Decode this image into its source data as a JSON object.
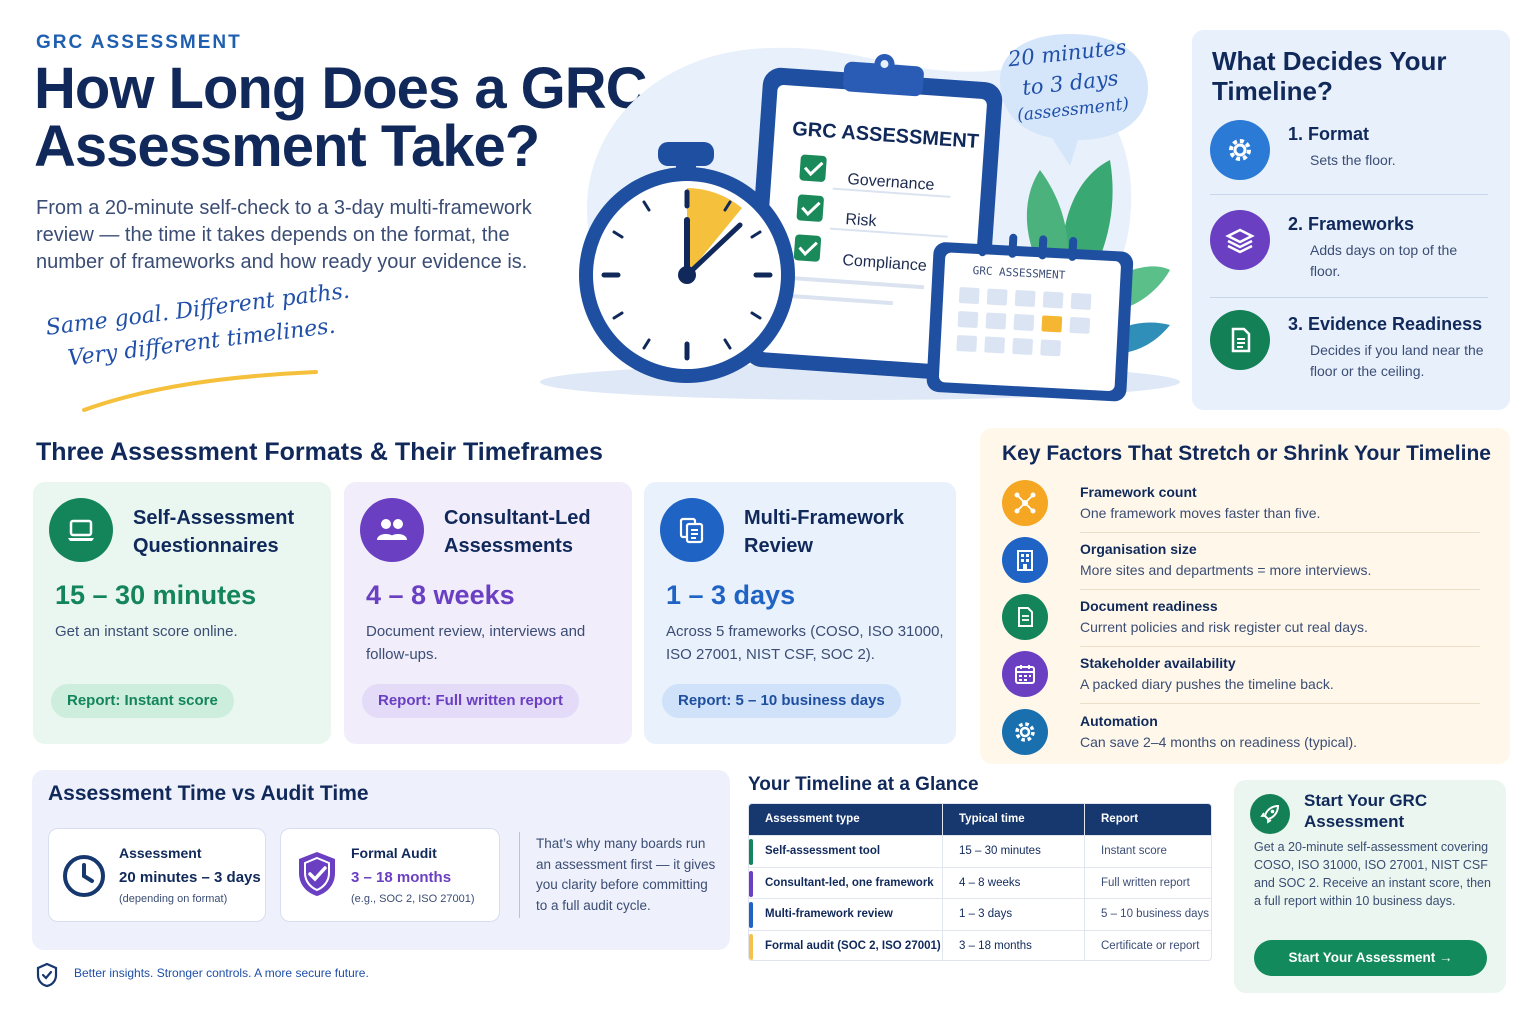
{
  "hero": {
    "eyebrow": "GRC ASSESSMENT",
    "title": "How Long Does a GRC Assessment Take?",
    "subtitle": "From a 20-minute self-check to a 3-day multi-framework review — the time it takes depends on the format, the number of frameworks and how ready your evidence is.",
    "handwritten_line1": "Same goal. Different paths.",
    "handwritten_line2": "Very different timelines."
  },
  "illustration": {
    "bubble_line1": "20 minutes",
    "bubble_line2": "to 3 days",
    "bubble_line3": "(assessment)",
    "clipboard_title": "GRC ASSESSMENT",
    "clipboard_items": [
      "Governance",
      "Risk",
      "Compliance"
    ],
    "calendar_title": "GRC ASSESSMENT"
  },
  "decides": {
    "title": "What Decides Your Timeline?",
    "items": [
      {
        "name": "1. Format",
        "desc": "Sets the floor.",
        "icon": "gear-icon"
      },
      {
        "name": "2. Frameworks",
        "desc": "Adds days on top of the floor.",
        "icon": "layers-icon"
      },
      {
        "name": "3. Evidence Readiness",
        "desc": "Decides if you land near the floor or the ceiling.",
        "icon": "document-icon"
      }
    ]
  },
  "formats": {
    "title": "Three Assessment Formats & Their Timeframes",
    "cards": [
      {
        "name": "Self-Assessment Questionnaires",
        "time": "15 – 30 minutes",
        "desc": "Get an instant score online.",
        "report": "Report: Instant score",
        "icon": "laptop-icon",
        "accent": "#14855a"
      },
      {
        "name": "Consultant-Led Assessments",
        "time": "4 – 8 weeks",
        "desc": "Document review, interviews and follow-ups.",
        "report": "Report: Full written report",
        "icon": "people-icon",
        "accent": "#6a3fc2"
      },
      {
        "name": "Multi-Framework Review",
        "time": "1 – 3 days",
        "desc": "Across 5 frameworks (COSO, ISO 31000, ISO 27001, NIST CSF, SOC 2).",
        "report": "Report: 5 – 10 business days",
        "icon": "documents-icon",
        "accent": "#1f63c4"
      }
    ]
  },
  "factors": {
    "title": "Key Factors That Stretch or Shrink Your Timeline",
    "items": [
      {
        "name": "Framework count",
        "desc": "One framework moves faster than five.",
        "icon": "network-icon",
        "color": "#f5a623"
      },
      {
        "name": "Organisation size",
        "desc": "More sites and departments = more interviews.",
        "icon": "building-icon",
        "color": "#1f63c4"
      },
      {
        "name": "Document readiness",
        "desc": "Current policies and risk register cut real days.",
        "icon": "document-icon",
        "color": "#14855a"
      },
      {
        "name": "Stakeholder availability",
        "desc": "A packed diary pushes the timeline back.",
        "icon": "calendar-icon",
        "color": "#6a3fc2"
      },
      {
        "name": "Automation",
        "desc": "Can save 2–4 months on readiness (typical).",
        "icon": "gear-icon",
        "color": "#1a6fae"
      }
    ]
  },
  "vs": {
    "title": "Assessment Time vs Audit Time",
    "assessment": {
      "label": "Assessment",
      "time": "20 minutes – 3 days",
      "note": "(depending on format)",
      "icon": "clock-icon"
    },
    "audit": {
      "label": "Formal Audit",
      "time": "3 – 18 months",
      "note": "(e.g., SOC 2, ISO 27001)",
      "icon": "shield-check-icon"
    },
    "side_note": "That’s why many boards run an assessment first — it gives you clarity before committing to a full audit cycle."
  },
  "timeline": {
    "title": "Your Timeline at a Glance",
    "headers": [
      "Assessment type",
      "Typical time",
      "Report"
    ],
    "rows": [
      {
        "type": "Self-assessment tool",
        "time": "15 – 30 minutes",
        "report": "Instant score",
        "color": "#14855a"
      },
      {
        "type": "Consultant-led, one framework",
        "time": "4 – 8 weeks",
        "report": "Full written report",
        "color": "#6a3fc2"
      },
      {
        "type": "Multi-framework review",
        "time": "1 – 3 days",
        "report": "5 – 10 business days",
        "color": "#1f63c4"
      },
      {
        "type": "Formal audit (SOC 2, ISO 27001)",
        "time": "3 – 18 months",
        "report": "Certificate or report",
        "color": "#f5c14a"
      }
    ]
  },
  "start": {
    "title": "Start Your GRC Assessment",
    "desc": "Get a 20-minute self-assessment covering COSO, ISO 31000, ISO 27001, NIST CSF and SOC 2. Receive an instant score, then a full report within 10 business days.",
    "button": "Start Your Assessment →",
    "icon": "rocket-icon"
  },
  "footer": {
    "text": "Better insights. Stronger controls. A more secure future.",
    "icon": "shield-icon"
  }
}
